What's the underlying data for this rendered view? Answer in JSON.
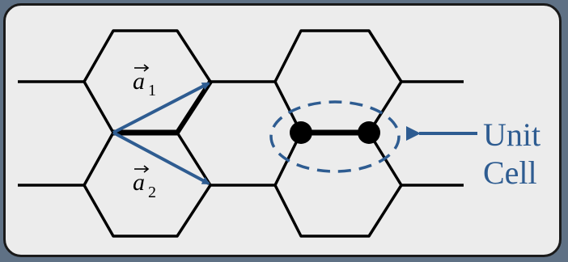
{
  "labels": {
    "a1": {
      "symbol": "a",
      "subscript": "1"
    },
    "a2": {
      "symbol": "a",
      "subscript": "2"
    },
    "unit_cell": {
      "line1": "Unit",
      "line2": "Cell"
    }
  },
  "colors": {
    "background": "#5f7185",
    "panel": "#ececec",
    "lattice": "#000000",
    "accent": "#2e5c91"
  }
}
